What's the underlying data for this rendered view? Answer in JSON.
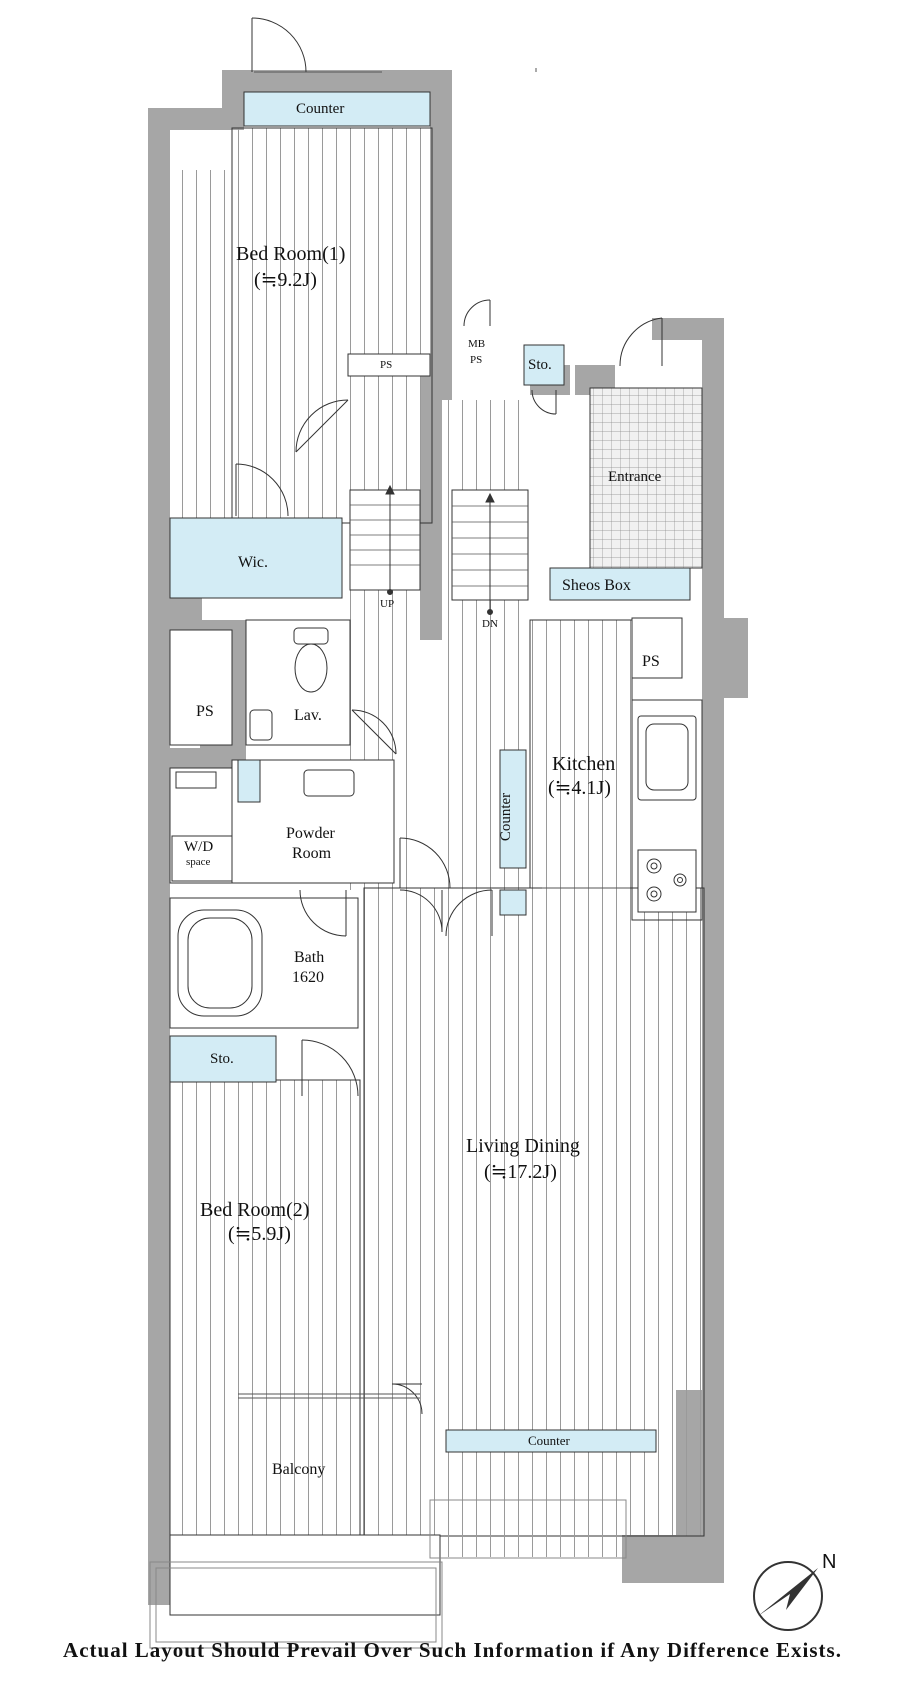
{
  "rooms": {
    "counter_top": "Counter",
    "bedroom1_name": "Bed Room(1)",
    "bedroom1_size": "(≒9.2J)",
    "ps_top": "PS",
    "mb_ps_1": "MB",
    "mb_ps_2": "PS",
    "sto_top": "Sto.",
    "entrance": "Entrance",
    "wic": "Wic.",
    "up": "UP",
    "dn": "DN",
    "shoes_box": "Sheos Box",
    "ps_right": "PS",
    "ps_left": "PS",
    "lav": "Lav.",
    "kitchen_name": "Kitchen",
    "kitchen_size": "(≒4.1J)",
    "counter_kitchen": "Counter",
    "wd_1": "W/D",
    "wd_2": "space",
    "powder_1": "Powder",
    "powder_2": "Room",
    "bath_1": "Bath",
    "bath_2": "1620",
    "sto_bed2": "Sto.",
    "living_name": "Living Dining",
    "living_size": "(≒17.2J)",
    "bedroom2_name": "Bed Room(2)",
    "bedroom2_size": "(≒5.9J)",
    "counter_living": "Counter",
    "balcony": "Balcony"
  },
  "compass": {
    "label": "N"
  },
  "notice": "Actual Layout Should Prevail Over Such Information if Any Difference Exists.",
  "colors": {
    "wall": "#a6a6a6",
    "storage": "#d3ecf5",
    "line": "#555555"
  }
}
